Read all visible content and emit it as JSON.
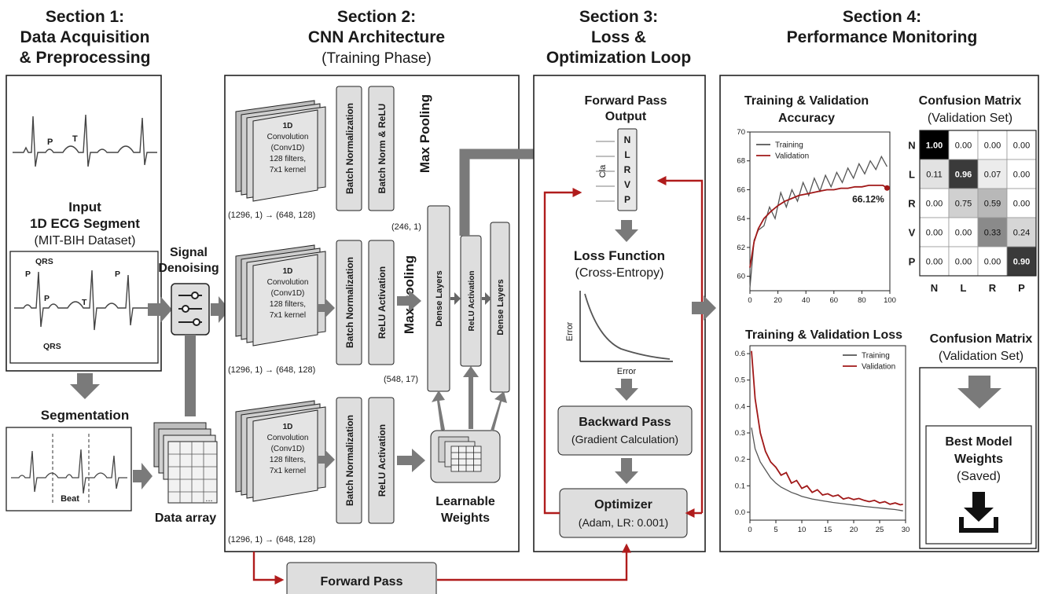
{
  "sections": {
    "s1": {
      "line1": "Section 1:",
      "line2": "Data Acquisition",
      "line3": "& Preprocessing"
    },
    "s2": {
      "line1": "Section 2:",
      "line2": "CNN Architecture",
      "line3": "(Training Phase)"
    },
    "s3": {
      "line1": "Section 3:",
      "line2": "Loss &",
      "line3": "Optimization Loop"
    },
    "s4": {
      "line1": "Section 4:",
      "line2": "Performance Monitoring"
    }
  },
  "input": {
    "wave_labels": [
      "P",
      "T"
    ],
    "title1": "Input",
    "title2": "1D ECG Segment",
    "subtitle": "(MIT-BIH Dataset)",
    "box_labels": [
      "P",
      "QRS",
      "P",
      "T",
      "P",
      "QRS"
    ]
  },
  "denoising": {
    "line1": "Signal",
    "line2": "Denoising"
  },
  "segmentation": {
    "title": "Segmentation",
    "beat_label": "Beat"
  },
  "data_array": {
    "label": "Data array",
    "ellipsis": "..."
  },
  "cnn": {
    "conv": {
      "line1": "1D",
      "line2": "Convolution",
      "line3": "(Conv1D)",
      "line4": "128 filters,",
      "line5": "7x1 kernel"
    },
    "batch_norm": "Batch Normalization",
    "bn_relu": "Batch Norm & ReLU",
    "relu_activation": "ReLU Activation",
    "max_pooling": "Max Pooling",
    "shape": "(1296, 1) → (648, 128)",
    "shape_a": "(246, 1)",
    "shape_b": "(548, 17)",
    "dense": "Dense Layers",
    "relu": "ReLU Activation",
    "weights_line1": "Learnable",
    "weights_line2": "Weights"
  },
  "loss_loop": {
    "forward_output1": "Forward Pass",
    "forward_output2": "Output",
    "classes": [
      "N",
      "L",
      "R",
      "V",
      "P"
    ],
    "class_side": "Cla",
    "loss1": "Loss Function",
    "loss2": "(Cross-Entropy)",
    "error_y": "Error",
    "error_x": "Error",
    "backward1": "Backward Pass",
    "backward2": "(Gradient Calculation)",
    "optimizer1": "Optimizer",
    "optimizer2": "(Adam, LR: 0.001)"
  },
  "forward_pass_bar": "Forward Pass",
  "monitoring": {
    "confusion_title1": "Confusion Matrix",
    "confusion_title2": "(Validation Set)",
    "matrix_rows": [
      "N",
      "L",
      "R",
      "V",
      "P"
    ],
    "matrix_cols": [
      "N",
      "L",
      "R",
      "P"
    ],
    "matrix_values": [
      [
        "1.00",
        "0.00",
        "0.00",
        "0.00"
      ],
      [
        "0.11",
        "0.96",
        "0.07",
        "0.00"
      ],
      [
        "0.00",
        "0.75",
        "0.59",
        "0.00"
      ],
      [
        "0.00",
        "0.00",
        "0.33",
        "0.24"
      ],
      [
        "0.00",
        "0.00",
        "0.00",
        "0.90"
      ]
    ],
    "matrix_shades": [
      [
        "#000000",
        "#ffffff",
        "#ffffff",
        "#ffffff"
      ],
      [
        "#e2e2e2",
        "#3a3a3a",
        "#ececec",
        "#ffffff"
      ],
      [
        "#ffffff",
        "#d0d0d0",
        "#b8b8b8",
        "#ffffff"
      ],
      [
        "#ffffff",
        "#ffffff",
        "#8a8a8a",
        "#d6d6d6"
      ],
      [
        "#ffffff",
        "#ffffff",
        "#ffffff",
        "#3a3a3a"
      ]
    ],
    "confusion2_title1": "Confusion Matrix",
    "confusion2_title2": "(Validation Set)",
    "best1": "Best Model",
    "best2": "Weights",
    "best3": "(Saved)"
  },
  "chart_data": [
    {
      "type": "line",
      "title": "Training & Validation Accuracy",
      "xlim": [
        0,
        100
      ],
      "ylim": [
        59,
        70
      ],
      "xticks": [
        0,
        20,
        40,
        60,
        80,
        100
      ],
      "yticks": [
        60,
        62,
        64,
        66,
        68,
        70
      ],
      "legend": "top-left",
      "annotation": "66.12%",
      "series": [
        {
          "name": "Training",
          "color": "#555555",
          "x": [
            0,
            3,
            6,
            10,
            14,
            18,
            22,
            26,
            30,
            34,
            38,
            42,
            46,
            50,
            54,
            58,
            62,
            66,
            70,
            74,
            78,
            82,
            86,
            90,
            94,
            98
          ],
          "y": [
            59.2,
            62.5,
            63.2,
            63.5,
            64.8,
            64.0,
            65.8,
            64.8,
            66.0,
            65.2,
            66.5,
            65.6,
            66.8,
            65.9,
            67.0,
            66.2,
            67.2,
            66.5,
            67.5,
            66.8,
            67.8,
            67.1,
            68.0,
            67.4,
            68.3,
            67.6
          ]
        },
        {
          "name": "Validation",
          "color": "#a01818",
          "x": [
            0,
            3,
            6,
            10,
            15,
            20,
            25,
            30,
            35,
            40,
            45,
            50,
            55,
            60,
            65,
            70,
            75,
            80,
            85,
            90,
            95,
            98
          ],
          "y": [
            60.6,
            62.4,
            63.3,
            64.0,
            64.5,
            64.9,
            65.2,
            65.4,
            65.6,
            65.7,
            65.8,
            65.9,
            66.0,
            66.0,
            66.1,
            66.1,
            66.2,
            66.2,
            66.3,
            66.3,
            66.3,
            66.12
          ]
        }
      ]
    },
    {
      "type": "line",
      "title": "Training & Validation Loss",
      "xlim": [
        0,
        30
      ],
      "ylim": [
        -0.03,
        0.63
      ],
      "xticks": [
        0,
        5,
        10,
        15,
        20,
        25,
        30
      ],
      "yticks": [
        0.0,
        0.1,
        0.2,
        0.3,
        0.4,
        0.5,
        0.6
      ],
      "legend": "top-right",
      "series": [
        {
          "name": "Training",
          "color": "#555555",
          "x": [
            0.3,
            1,
            2,
            3,
            4,
            5,
            6,
            7,
            8,
            9,
            10,
            12,
            14,
            16,
            18,
            20,
            22,
            24,
            26,
            28,
            29.5
          ],
          "y": [
            0.32,
            0.24,
            0.19,
            0.16,
            0.13,
            0.11,
            0.095,
            0.085,
            0.075,
            0.068,
            0.06,
            0.05,
            0.043,
            0.037,
            0.032,
            0.027,
            0.022,
            0.018,
            0.014,
            0.01,
            0.005
          ]
        },
        {
          "name": "Validation",
          "color": "#a01818",
          "x": [
            0.3,
            1,
            2,
            3,
            4,
            5,
            6,
            7,
            8,
            9,
            10,
            11,
            12,
            13,
            14,
            15,
            16,
            17,
            18,
            19,
            20,
            21,
            22,
            23,
            24,
            25,
            26,
            27,
            28,
            29,
            29.5
          ],
          "y": [
            0.61,
            0.43,
            0.3,
            0.23,
            0.19,
            0.17,
            0.14,
            0.15,
            0.11,
            0.12,
            0.09,
            0.1,
            0.075,
            0.085,
            0.065,
            0.07,
            0.06,
            0.065,
            0.05,
            0.055,
            0.048,
            0.052,
            0.045,
            0.04,
            0.045,
            0.035,
            0.04,
            0.03,
            0.035,
            0.028,
            0.03
          ]
        }
      ]
    }
  ]
}
